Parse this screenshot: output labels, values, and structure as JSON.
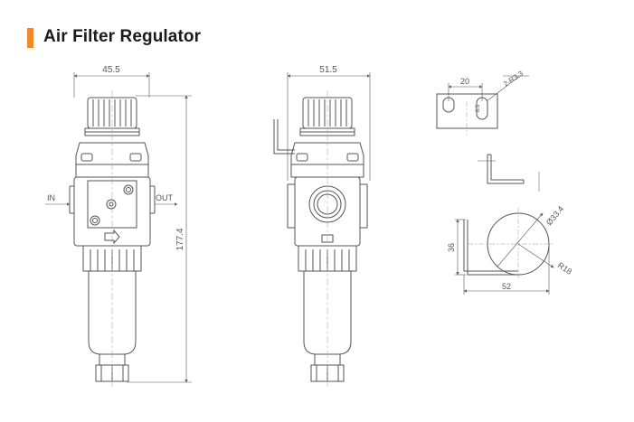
{
  "header": {
    "title": "Air Filter Regulator",
    "accent_color": "#f08a24"
  },
  "front_view": {
    "width_dim": "45.5",
    "height_dim": "177.4",
    "inlet_label": "IN",
    "outlet_label": "OUT"
  },
  "side_view": {
    "width_dim": "51.5"
  },
  "bracket_top": {
    "spacing_dim": "20",
    "hole_note": "2-R3.3",
    "slot_width": "6.5"
  },
  "bracket_front": {
    "diameter_dim": "Ø33.4",
    "height_dim": "36",
    "width_dim": "52",
    "radius_dim": "R18"
  },
  "line_color": "#555555"
}
